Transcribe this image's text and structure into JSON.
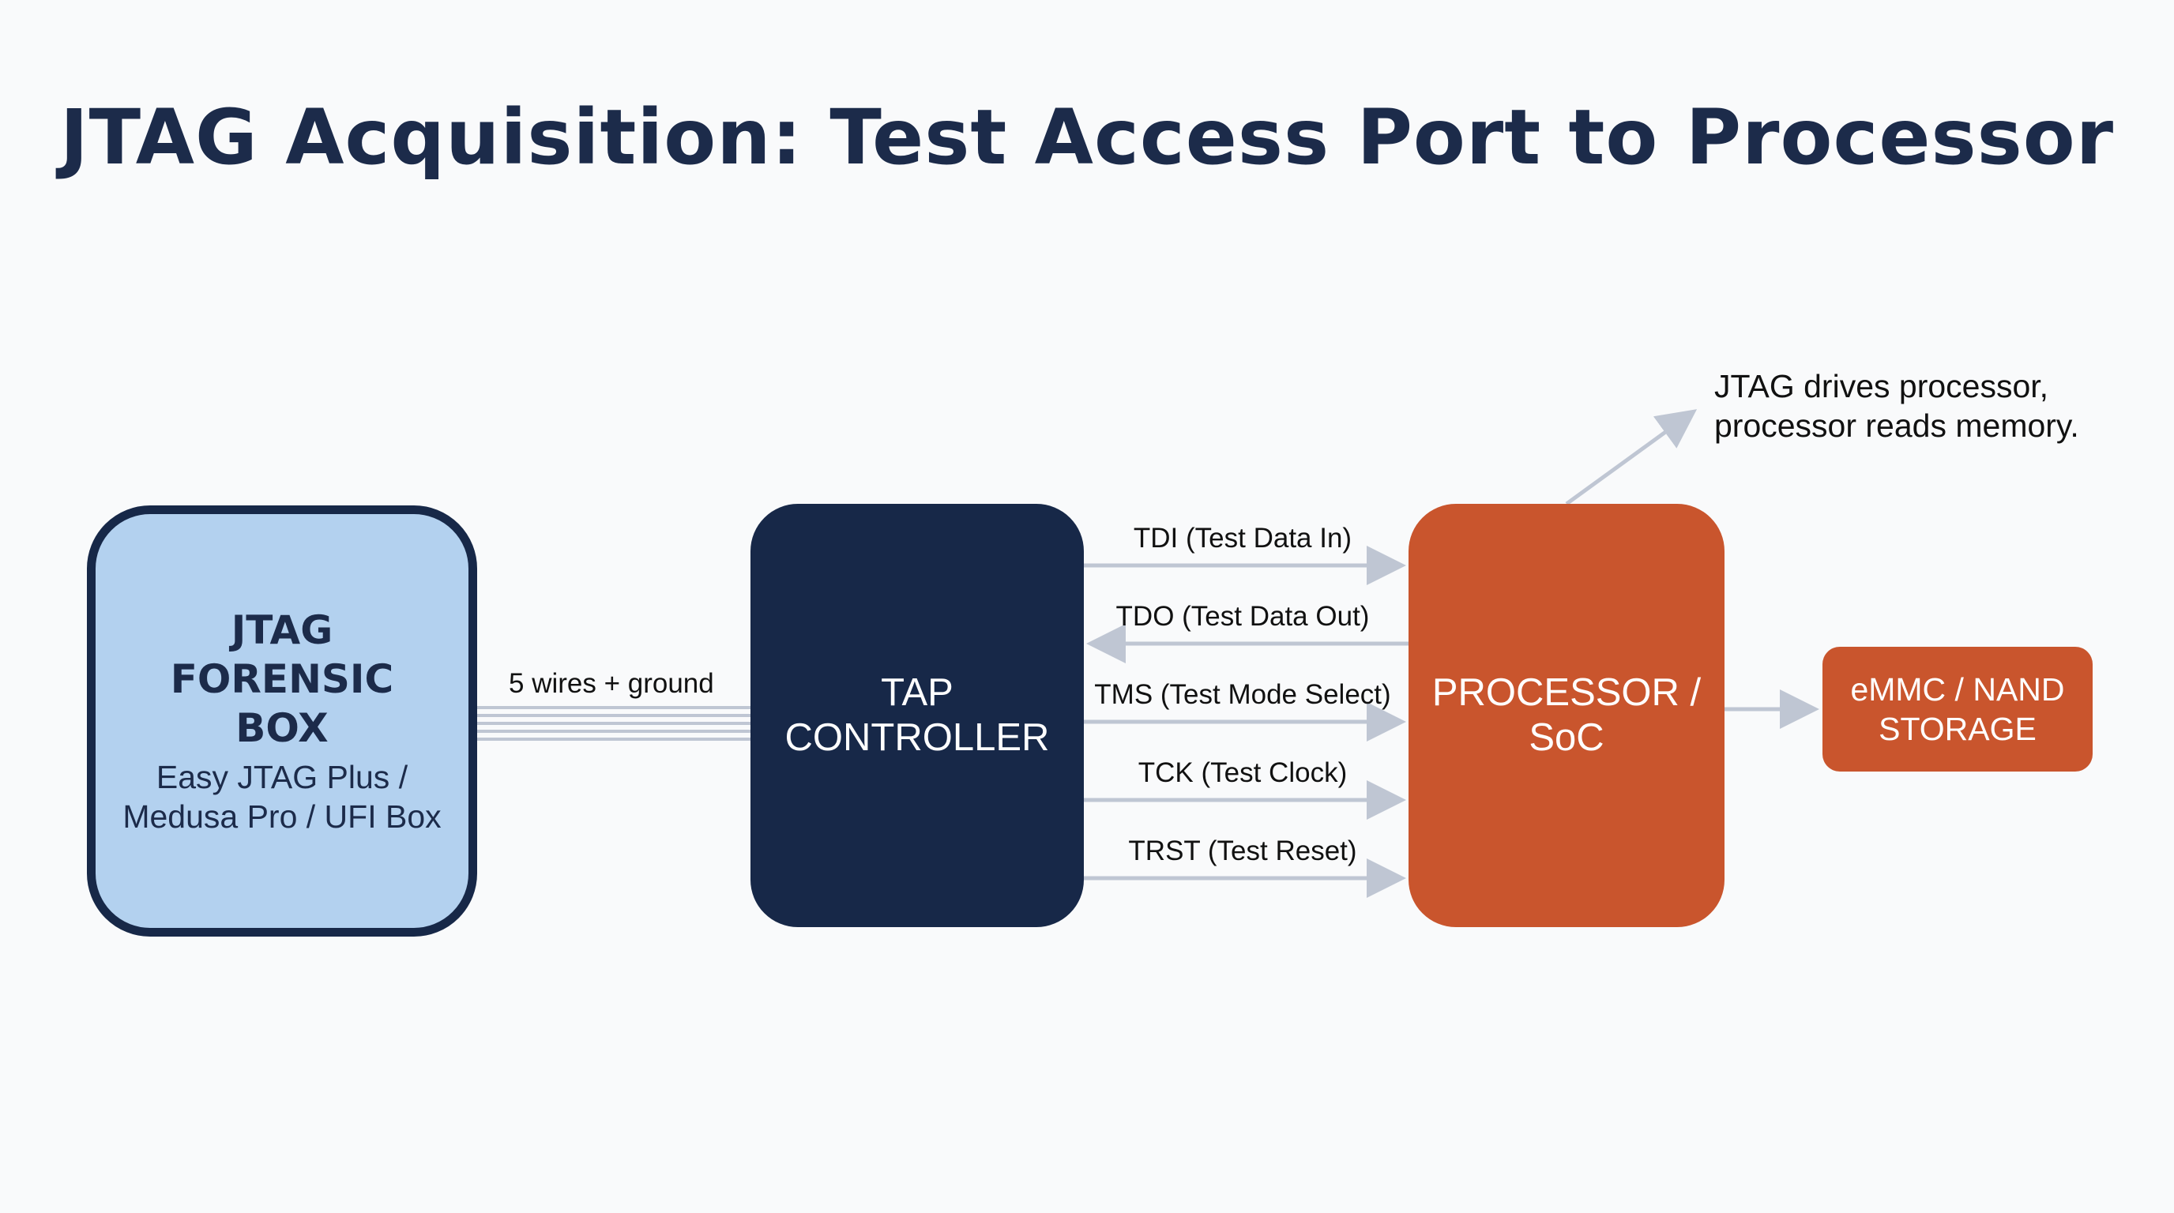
{
  "title": "JTAG Acquisition: Test Access Port to Processor",
  "forensic_box": {
    "heading_lines": [
      "JTAG",
      "FORENSIC",
      "BOX"
    ],
    "subtitle_lines": [
      "Easy JTAG Plus /",
      "Medusa Pro / UFI Box"
    ]
  },
  "wires_label": "5 wires + ground",
  "tap_controller": {
    "lines": [
      "TAP",
      "CONTROLLER"
    ]
  },
  "signals": [
    {
      "label": "TDI (Test Data In)",
      "direction": "right"
    },
    {
      "label": "TDO (Test Data Out)",
      "direction": "left"
    },
    {
      "label": "TMS (Test Mode Select)",
      "direction": "right"
    },
    {
      "label": "TCK (Test Clock)",
      "direction": "right"
    },
    {
      "label": "TRST (Test Reset)",
      "direction": "right"
    }
  ],
  "processor": {
    "lines": [
      "PROCESSOR /",
      "SoC"
    ]
  },
  "storage": {
    "lines": [
      "eMMC / NAND",
      "STORAGE"
    ]
  },
  "annotation": {
    "lines": [
      "JTAG drives processor,",
      "processor reads memory."
    ]
  },
  "colors": {
    "navy": "#172848",
    "light_blue": "#b3d1ef",
    "orange": "#c9552d",
    "arrow_gray": "#bfc6d3",
    "title": "#1c2b4a"
  }
}
